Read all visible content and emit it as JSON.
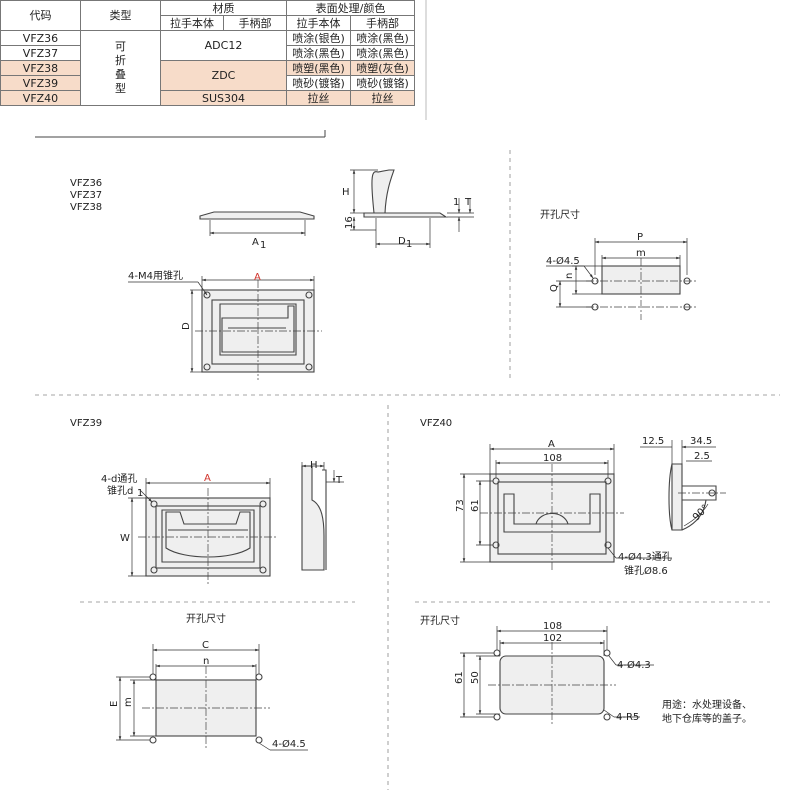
{
  "table": {
    "headers": {
      "code": "代码",
      "type": "类型",
      "material": "材质",
      "finish": "表面处理/颜色",
      "handle_body": "拉手本体",
      "handle_part": "手柄部"
    },
    "type_value": [
      "可",
      "折",
      "叠",
      "型"
    ],
    "rows": [
      {
        "code": "VFZ36",
        "finish_body": "喷涂(银色)",
        "finish_handle": "喷涂(黑色)"
      },
      {
        "code": "VFZ37",
        "finish_body": "喷涂(黑色)",
        "finish_handle": "喷涂(黑色)"
      },
      {
        "code": "VFZ38",
        "finish_body": "喷塑(黑色)",
        "finish_handle": "喷塑(灰色)"
      },
      {
        "code": "VFZ39",
        "finish_body": "喷砂(镀铬)",
        "finish_handle": "喷砂(镀铬)"
      },
      {
        "code": "VFZ40",
        "finish_body": "拉丝",
        "finish_handle": "拉丝"
      }
    ],
    "materials": [
      "ADC12",
      "ZDC",
      "SUS304"
    ],
    "zdc_color": "#f7dcc9"
  },
  "drawings": {
    "top": {
      "models": [
        "VFZ36",
        "VFZ37",
        "VFZ38"
      ],
      "dim_A": "A",
      "dim_A1": "A",
      "dim_A1_sub": "1",
      "dim_D": "D",
      "dim_D1": "D",
      "dim_D1_sub": "1",
      "dim_H": "H",
      "dim_T": "T",
      "dim_16": "16",
      "dim_1": "1",
      "hole_note": "4-M4用锥孔"
    },
    "cutout1": {
      "title": "开孔尺寸",
      "dim_P": "P",
      "dim_m": "m",
      "dim_Q": "Q",
      "dim_n": "n",
      "hole": "4-Ø4.5"
    },
    "vfz39": {
      "model": "VFZ39",
      "hole_note_1": "4-d通孔",
      "hole_note_2": "锥孔d",
      "hole_note_2_sub": "1",
      "dim_A": "A",
      "dim_W": "W",
      "dim_H": "H",
      "dim_T": "T"
    },
    "cutout2": {
      "title": "开孔尺寸",
      "dim_C": "C",
      "dim_n": "n",
      "dim_E": "E",
      "dim_m": "m",
      "hole": "4-Ø4.5"
    },
    "vfz40": {
      "model": "VFZ40",
      "dim_A": "A",
      "dim_108": "108",
      "dim_73": "73",
      "dim_61": "61",
      "dim_12_5": "12.5",
      "dim_34_5": "34.5",
      "dim_2_5": "2.5",
      "angle": "90°",
      "hole_note_1": "4-Ø4.3通孔",
      "hole_note_2": "锥孔Ø8.6"
    },
    "cutout3": {
      "title": "开孔尺寸",
      "dim_108": "108",
      "dim_102": "102",
      "dim_61": "61",
      "dim_50": "50",
      "hole": "4-Ø4.3",
      "radius": "4-R5",
      "usage_1": "用途：水处理设备、",
      "usage_2": "地下仓库等的盖子。"
    }
  }
}
